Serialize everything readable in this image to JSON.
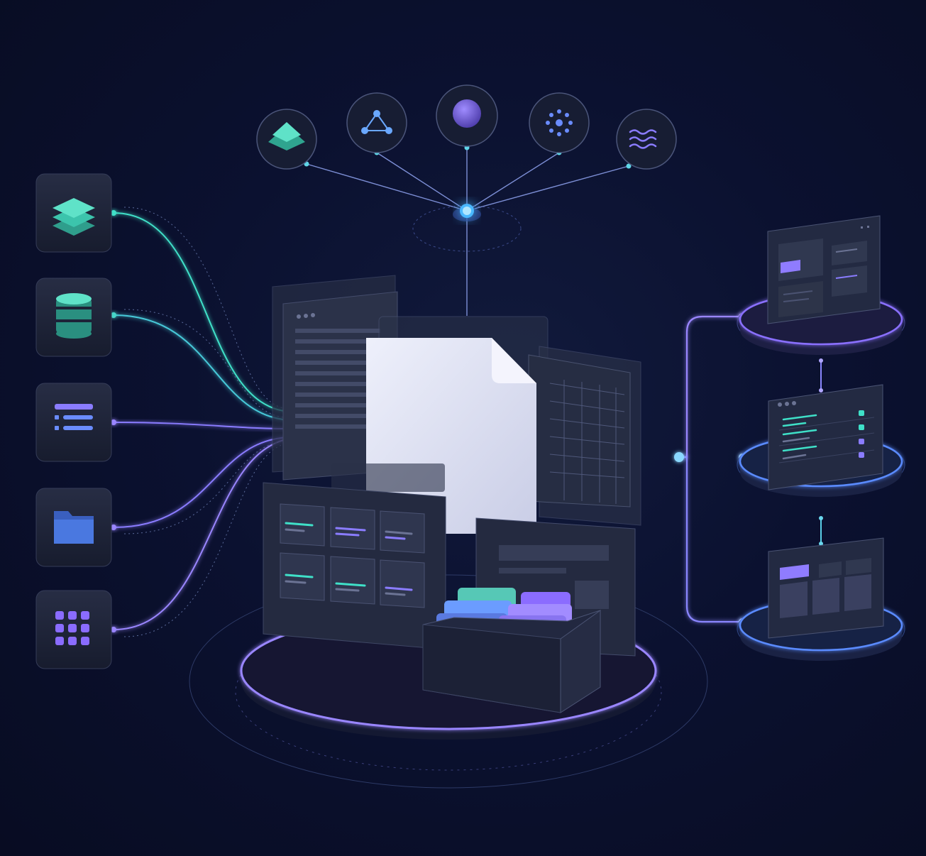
{
  "colors": {
    "background": "#0b1130",
    "accent_teal": "#3fe0c8",
    "accent_purple": "#9a86ff",
    "accent_blue": "#5a8bff",
    "tile_bg": "#1d2338",
    "panel_bg": "#232a3f",
    "document": "#dfe3f4"
  },
  "sources": [
    {
      "id": "layers",
      "icon": "layers-icon"
    },
    {
      "id": "database",
      "icon": "database-icon"
    },
    {
      "id": "list",
      "icon": "list-icon"
    },
    {
      "id": "folder",
      "icon": "folder-icon"
    },
    {
      "id": "apps",
      "icon": "apps-grid-icon"
    }
  ],
  "tools": [
    {
      "id": "stack",
      "icon": "stack-pyramid-icon"
    },
    {
      "id": "graph",
      "icon": "network-graph-icon"
    },
    {
      "id": "sphere",
      "icon": "sphere-icon"
    },
    {
      "id": "cluster",
      "icon": "radial-cluster-icon"
    },
    {
      "id": "waves",
      "icon": "waves-icon"
    }
  ],
  "outputs": [
    {
      "id": "dashboard-top",
      "icon": "dashboard-icon"
    },
    {
      "id": "list-view",
      "icon": "list-view-icon"
    },
    {
      "id": "card-grid",
      "icon": "card-grid-icon"
    }
  ]
}
